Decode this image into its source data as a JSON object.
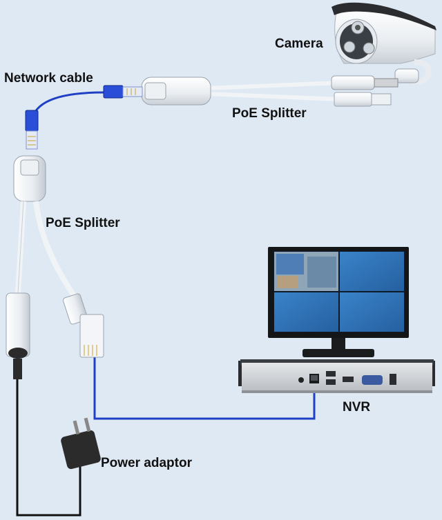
{
  "labels": {
    "camera": "Camera",
    "network_cable": "Network cable",
    "poe_splitter_top": "PoE Splitter",
    "poe_splitter_left": "PoE Splitter",
    "nvr": "NVR",
    "power_adaptor": "Power adaptor"
  },
  "colors": {
    "background": "#dfe9f3",
    "cable_blue": "#1f3fc4",
    "cable_black": "#111111",
    "connector_white": "#f4f6f8",
    "monitor_screen": "#2e6fb3",
    "nvr_body": "#c9ccd0"
  },
  "icons": [
    "camera-icon",
    "rj45-connector-icon",
    "poe-splitter-icon",
    "monitor-icon",
    "nvr-icon",
    "power-adaptor-icon"
  ]
}
